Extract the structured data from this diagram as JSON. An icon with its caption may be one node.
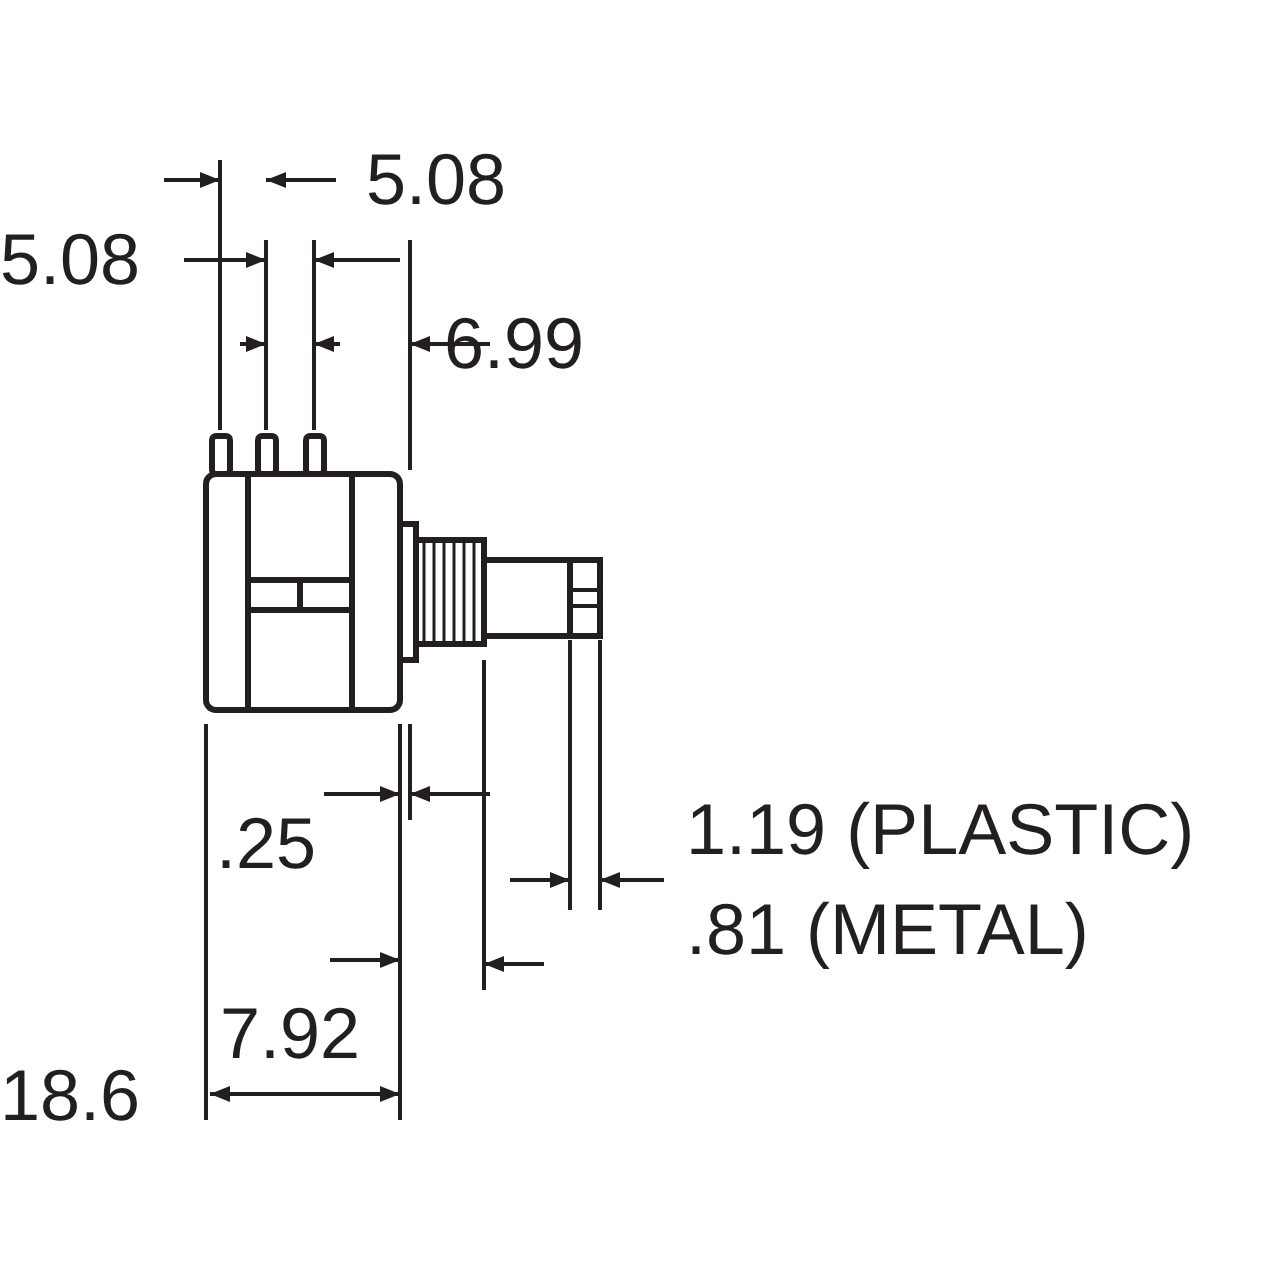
{
  "diagram": {
    "labels": [
      "5.08",
      "5.08",
      "6.99",
      ".25",
      "1.19 (PLASTIC)",
      ".81 (METAL)",
      "7.92",
      "18.6"
    ]
  }
}
